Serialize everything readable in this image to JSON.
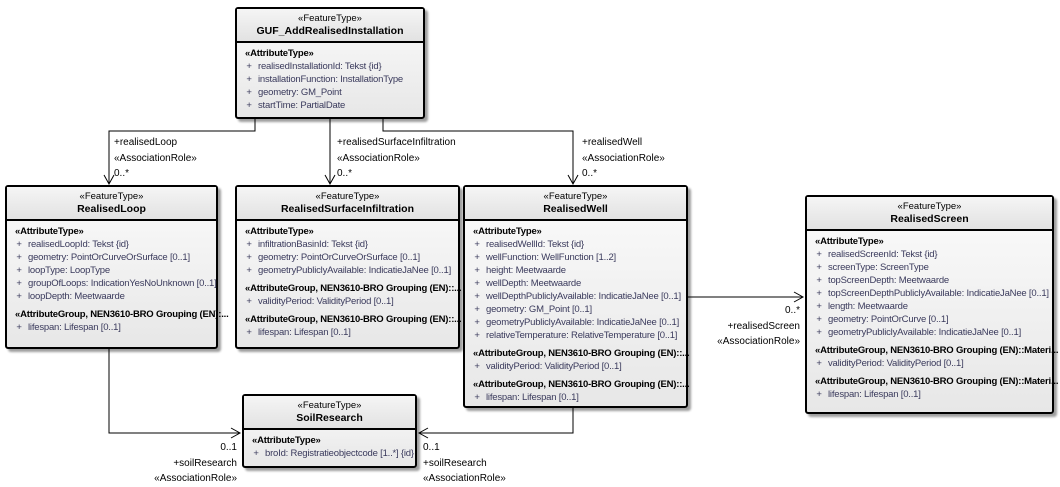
{
  "colors": {
    "box_border": "#000000",
    "box_fill_top": "#fbfbfb",
    "box_fill_bottom": "#e7e7e7",
    "attribute_text": "#3a3a5c",
    "connector": "#000000"
  },
  "classes": [
    {
      "id": "guf_add_realised_installation",
      "stereotype": "«FeatureType»",
      "name": "GUF_AddRealisedInstallation",
      "rows": [
        {
          "kind": "st",
          "sign": "",
          "text": "«AttributeType»"
        },
        {
          "kind": "attr",
          "sign": "+",
          "text": "realisedInstallationId: Tekst {id}"
        },
        {
          "kind": "attr",
          "sign": "+",
          "text": "installationFunction: InstallationType"
        },
        {
          "kind": "attr",
          "sign": "+",
          "text": "geometry: GM_Point"
        },
        {
          "kind": "attr",
          "sign": "+",
          "text": "startTime: PartialDate"
        }
      ]
    },
    {
      "id": "realised_loop",
      "stereotype": "«FeatureType»",
      "name": "RealisedLoop",
      "rows": [
        {
          "kind": "st",
          "sign": "",
          "text": "«AttributeType»"
        },
        {
          "kind": "attr",
          "sign": "+",
          "text": "realisedLoopId: Tekst {id}"
        },
        {
          "kind": "attr",
          "sign": "+",
          "text": "geometry: PointOrCurveOrSurface [0..1]"
        },
        {
          "kind": "attr",
          "sign": "+",
          "text": "loopType: LoopType"
        },
        {
          "kind": "attr",
          "sign": "+",
          "text": "groupOfLoops: IndicationYesNoUnknown [0..1]"
        },
        {
          "kind": "attr",
          "sign": "+",
          "text": "loopDepth: Meetwaarde"
        },
        {
          "kind": "group",
          "sign": "",
          "text": "«AttributeGroup, NEN3610-BRO Grouping (EN):..."
        },
        {
          "kind": "attr",
          "sign": "+",
          "text": "lifespan: Lifespan [0..1]"
        }
      ]
    },
    {
      "id": "realised_surface_infiltration",
      "stereotype": "«FeatureType»",
      "name": "RealisedSurfaceInfiltration",
      "rows": [
        {
          "kind": "st",
          "sign": "",
          "text": "«AttributeType»"
        },
        {
          "kind": "attr",
          "sign": "+",
          "text": "infiltrationBasinId: Tekst {id}"
        },
        {
          "kind": "attr",
          "sign": "+",
          "text": "geometry: PointOrCurveOrSurface [0..1]"
        },
        {
          "kind": "attr",
          "sign": "+",
          "text": "geometryPubliclyAvailable: IndicatieJaNee [0..1]"
        },
        {
          "kind": "group",
          "sign": "",
          "text": "«AttributeGroup, NEN3610-BRO Grouping (EN)::..."
        },
        {
          "kind": "attr",
          "sign": "+",
          "text": "validityPeriod: ValidityPeriod [0..1]"
        },
        {
          "kind": "group",
          "sign": "",
          "text": "«AttributeGroup, NEN3610-BRO Grouping (EN)::..."
        },
        {
          "kind": "attr",
          "sign": "+",
          "text": "lifespan: Lifespan [0..1]"
        }
      ]
    },
    {
      "id": "realised_well",
      "stereotype": "«FeatureType»",
      "name": "RealisedWell",
      "rows": [
        {
          "kind": "st",
          "sign": "",
          "text": "«AttributeType»"
        },
        {
          "kind": "attr",
          "sign": "+",
          "text": "realisedWellId: Tekst {id}"
        },
        {
          "kind": "attr",
          "sign": "+",
          "text": "wellFunction: WellFunction [1..2]"
        },
        {
          "kind": "attr",
          "sign": "+",
          "text": "height: Meetwaarde"
        },
        {
          "kind": "attr",
          "sign": "+",
          "text": "wellDepth: Meetwaarde"
        },
        {
          "kind": "attr",
          "sign": "+",
          "text": "wellDepthPubliclyAvailable: IndicatieJaNee [0..1]"
        },
        {
          "kind": "attr",
          "sign": "+",
          "text": "geometry: GM_Point [0..1]"
        },
        {
          "kind": "attr",
          "sign": "+",
          "text": "geometryPubliclyAvailable: IndicatieJaNee [0..1]"
        },
        {
          "kind": "attr",
          "sign": "+",
          "text": "relativeTemperature: RelativeTemperature [0..1]"
        },
        {
          "kind": "group",
          "sign": "",
          "text": "«AttributeGroup, NEN3610-BRO Grouping (EN)::..."
        },
        {
          "kind": "attr",
          "sign": "+",
          "text": "validityPeriod: ValidityPeriod [0..1]"
        },
        {
          "kind": "group",
          "sign": "",
          "text": "«AttributeGroup, NEN3610-BRO Grouping (EN)::..."
        },
        {
          "kind": "attr",
          "sign": "+",
          "text": "lifespan: Lifespan [0..1]"
        }
      ]
    },
    {
      "id": "realised_screen",
      "stereotype": "«FeatureType»",
      "name": "RealisedScreen",
      "rows": [
        {
          "kind": "st",
          "sign": "",
          "text": "«AttributeType»"
        },
        {
          "kind": "attr",
          "sign": "+",
          "text": "realisedScreenId: Tekst {id}"
        },
        {
          "kind": "attr",
          "sign": "+",
          "text": "screenType: ScreenType"
        },
        {
          "kind": "attr",
          "sign": "+",
          "text": "topScreenDepth: Meetwaarde"
        },
        {
          "kind": "attr",
          "sign": "+",
          "text": "topScreenDepthPubliclyAvailable: IndicatieJaNee [0..1]"
        },
        {
          "kind": "attr",
          "sign": "+",
          "text": "length: Meetwaarde"
        },
        {
          "kind": "attr",
          "sign": "+",
          "text": "geometry: PointOrCurve [0..1]"
        },
        {
          "kind": "attr",
          "sign": "+",
          "text": "geometryPubliclyAvailable: IndicatieJaNee [0..1]"
        },
        {
          "kind": "group",
          "sign": "",
          "text": "«AttributeGroup, NEN3610-BRO Grouping (EN)::Materi..."
        },
        {
          "kind": "attr",
          "sign": "+",
          "text": "validityPeriod: ValidityPeriod [0..1]"
        },
        {
          "kind": "group",
          "sign": "",
          "text": "«AttributeGroup, NEN3610-BRO Grouping (EN)::Materi..."
        },
        {
          "kind": "attr",
          "sign": "+",
          "text": "lifespan: Lifespan [0..1]"
        }
      ]
    },
    {
      "id": "soil_research",
      "stereotype": "«FeatureType»",
      "name": "SoilResearch",
      "rows": [
        {
          "kind": "st",
          "sign": "",
          "text": "«AttributeType»"
        },
        {
          "kind": "attr",
          "sign": "+",
          "text": "broId: Registratieobjectcode [1..*] {id}"
        }
      ]
    }
  ],
  "connectors": [
    {
      "role": "+realisedLoop",
      "stereotype": "«AssociationRole»",
      "multiplicity": "0..*"
    },
    {
      "role": "+realisedSurfaceInfiltration",
      "stereotype": "«AssociationRole»",
      "multiplicity": "0..*"
    },
    {
      "role": "+realisedWell",
      "stereotype": "«AssociationRole»",
      "multiplicity": "0..*"
    },
    {
      "role": "+realisedScreen",
      "stereotype": "«AssociationRole»",
      "multiplicity": "0..*"
    },
    {
      "role": "+soilResearch",
      "stereotype": "«AssociationRole»",
      "multiplicity": "0..1"
    },
    {
      "role": "+soilResearch",
      "stereotype": "«AssociationRole»",
      "multiplicity": "0..1"
    }
  ]
}
